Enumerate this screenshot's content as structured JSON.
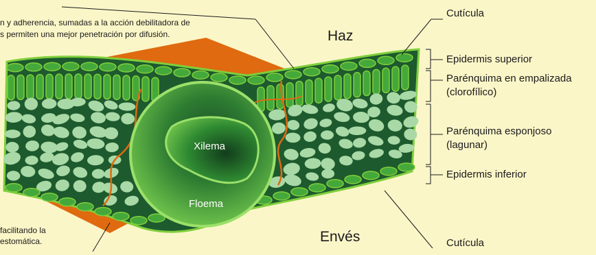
{
  "labels": {
    "haz": "Haz",
    "enves": "Envés",
    "cuticula_top": "Cutícula",
    "epidermis_superior": "Epidermis superior",
    "empalizada_line1": "Parénquima en empalizada",
    "empalizada_line2": "(clorofílico)",
    "esponjoso_line1": "Parénquima esponjoso",
    "esponjoso_line2": "(lagunar)",
    "epidermis_inferior": "Epidermis inferior",
    "cuticula_bottom": "Cutícula",
    "xilema": "Xilema",
    "floema": "Floema",
    "note_top_line1": "n y adherencia, sumadas a la acción debilitadora de",
    "note_top_line2": "s permiten una mejor penetración por difusión.",
    "note_bottom_line1": "facilitando la",
    "note_bottom_line2": "estomática."
  },
  "colors": {
    "background": "#fbf6c8",
    "orange": "#e06a10",
    "dark_green": "#1d5a2e",
    "cell_green": "#45a83a",
    "pale_green": "#a9d9a6",
    "bright_green": "#7fcf3c"
  }
}
